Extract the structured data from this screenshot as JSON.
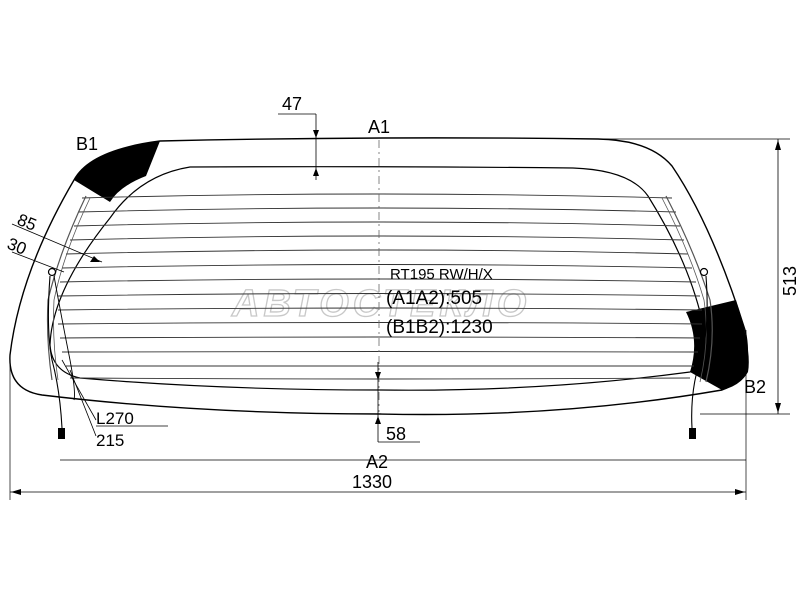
{
  "diagram": {
    "model_code": "RT195 RW/H/X",
    "a1a2": "(A1A2):505",
    "b1b2": "(B1B2):1230",
    "label_a1": "A1",
    "label_a2": "A2",
    "label_b1": "B1",
    "label_b2": "B2",
    "dim_top_offset": "47",
    "dim_bottom_offset": "58",
    "dim_height": "513",
    "dim_width": "1330",
    "dim_85": "85",
    "dim_30": "30",
    "dim_l270": "L270",
    "dim_215": "215",
    "watermark": "АВТОСТЕКЛО"
  }
}
